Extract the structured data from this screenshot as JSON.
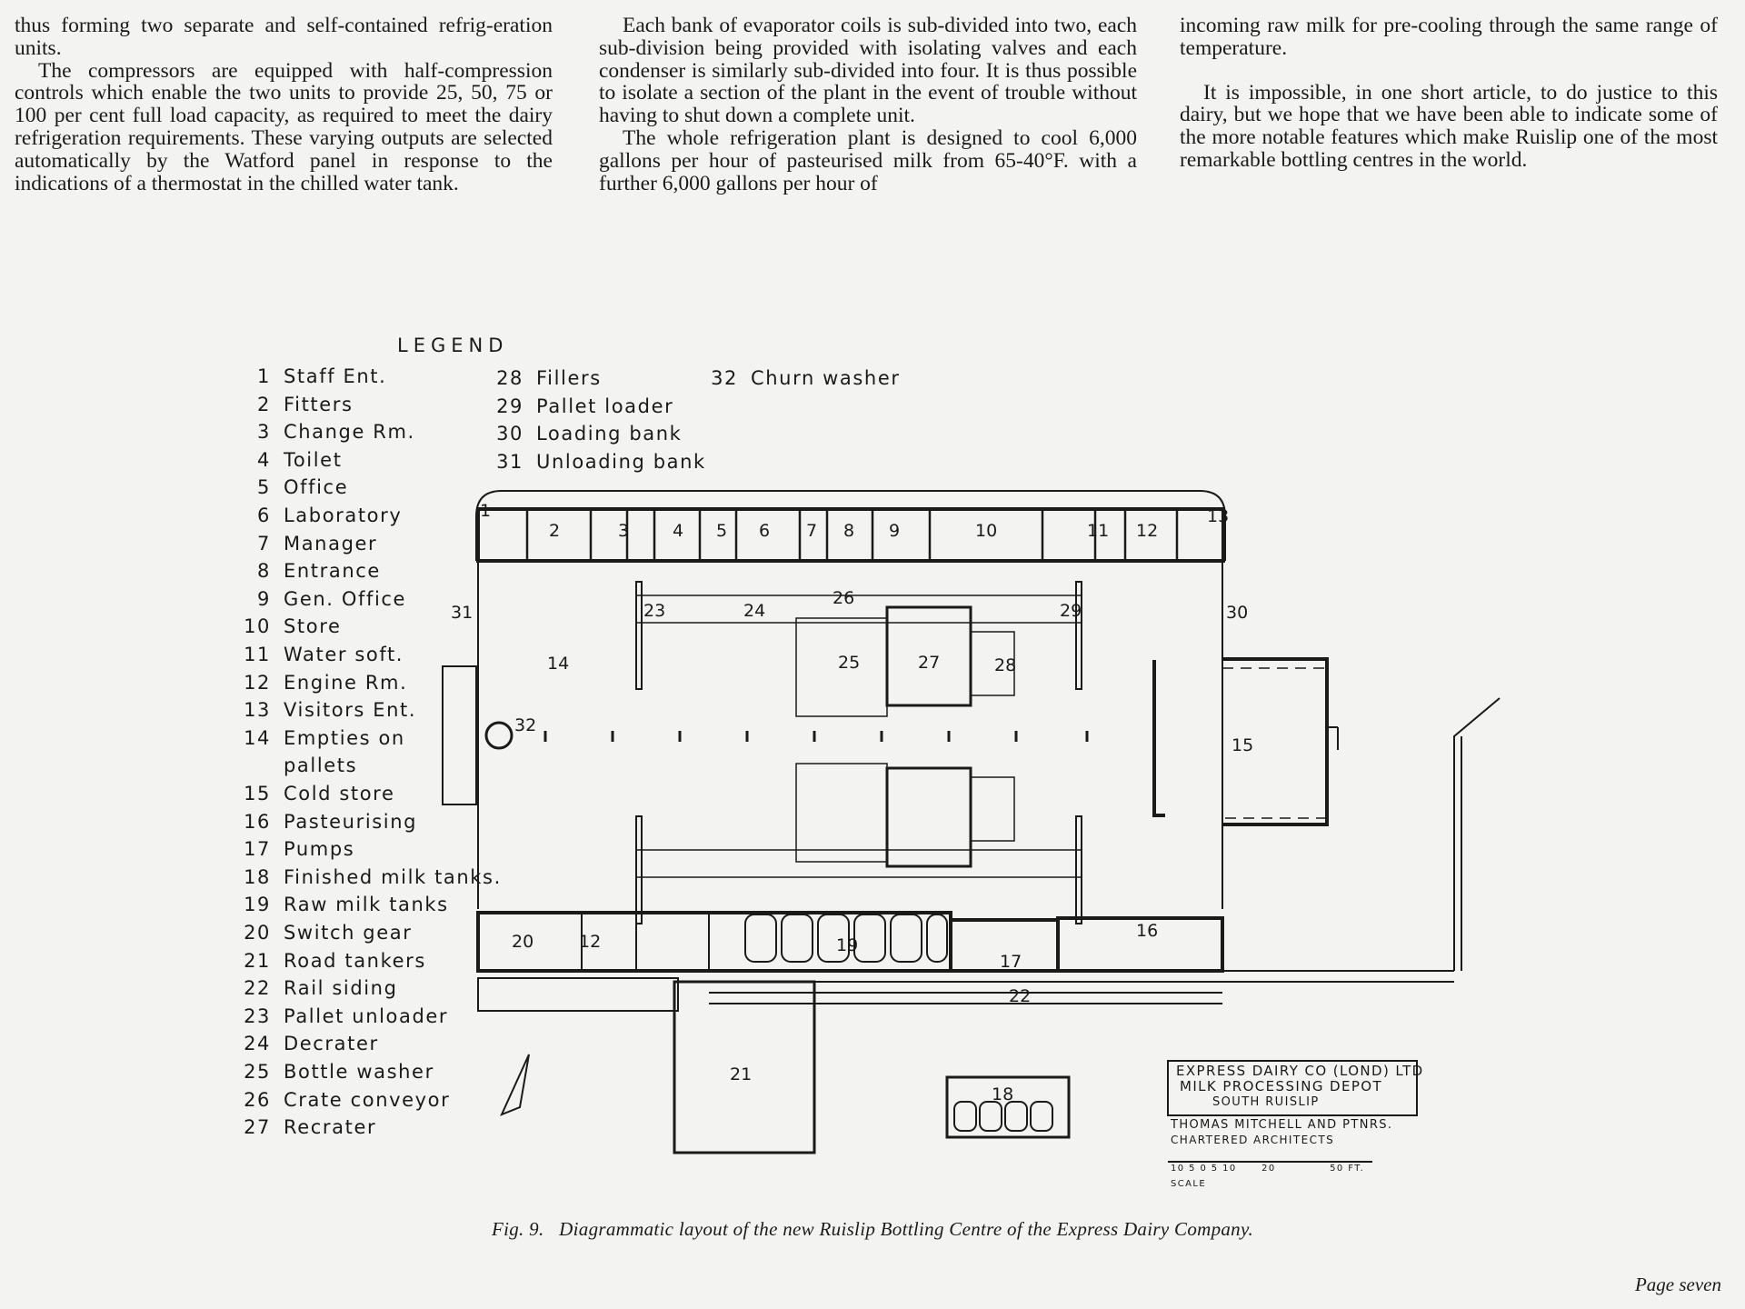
{
  "article": {
    "col1": [
      "thus forming two separate and self-contained refrig-eration units.",
      "The compressors are equipped with half-compression controls which enable the two units to provide 25, 50, 75 or 100 per cent full load capacity, as required to meet the dairy refrigeration requirements. These varying outputs are selected automatically by the Watford panel in response to the indications of a thermostat in the chilled water tank."
    ],
    "col2": [
      "Each bank of evaporator coils is sub-divided into two, each sub-division being provided with isolating valves and each condenser is similarly sub-divided into four. It is thus possible to isolate a section of the plant in the event of trouble without having to shut down a complete unit.",
      "The whole refrigeration plant is designed to cool 6,000 gallons per hour of pasteurised milk from 65-40°F. with a further 6,000 gallons per hour of"
    ],
    "col3": [
      "incoming raw milk for pre-cooling through the same range of temperature.",
      "It is impossible, in one short article, to do justice to this dairy, but we hope that we have been able to indicate some of the more notable features which make Ruislip one of the most remarkable bottling centres in the world."
    ]
  },
  "legend": {
    "title": "LEGEND",
    "col_a": [
      {
        "n": "1",
        "label": "Staff Ent."
      },
      {
        "n": "2",
        "label": "Fitters"
      },
      {
        "n": "3",
        "label": "Change Rm."
      },
      {
        "n": "4",
        "label": "Toilet"
      },
      {
        "n": "5",
        "label": "Office"
      },
      {
        "n": "6",
        "label": "Laboratory"
      },
      {
        "n": "7",
        "label": "Manager"
      },
      {
        "n": "8",
        "label": "Entrance"
      },
      {
        "n": "9",
        "label": "Gen. Office"
      },
      {
        "n": "10",
        "label": "Store"
      },
      {
        "n": "11",
        "label": "Water soft."
      },
      {
        "n": "12",
        "label": "Engine Rm."
      },
      {
        "n": "13",
        "label": "Visitors Ent."
      },
      {
        "n": "14",
        "label": "Empties on",
        "cont": "pallets"
      },
      {
        "n": "15",
        "label": "Cold store"
      },
      {
        "n": "16",
        "label": "Pasteurising"
      },
      {
        "n": "17",
        "label": "Pumps"
      },
      {
        "n": "18",
        "label": "Finished milk tanks."
      },
      {
        "n": "19",
        "label": "Raw milk tanks"
      },
      {
        "n": "20",
        "label": "Switch gear"
      },
      {
        "n": "21",
        "label": "Road tankers"
      },
      {
        "n": "22",
        "label": "Rail siding"
      },
      {
        "n": "23",
        "label": "Pallet unloader"
      },
      {
        "n": "24",
        "label": "Decrater"
      },
      {
        "n": "25",
        "label": "Bottle washer"
      },
      {
        "n": "26",
        "label": "Crate conveyor"
      },
      {
        "n": "27",
        "label": "Recrater"
      }
    ],
    "col_b": [
      {
        "n": "28",
        "label": "Fillers"
      },
      {
        "n": "29",
        "label": "Pallet loader"
      },
      {
        "n": "30",
        "label": "Loading bank"
      },
      {
        "n": "31",
        "label": "Unloading bank"
      }
    ],
    "col_c": [
      {
        "n": "32",
        "label": "Churn washer"
      }
    ]
  },
  "plan_labels": [
    "1",
    "2",
    "3",
    "4",
    "5",
    "6",
    "7",
    "8",
    "9",
    "10",
    "11",
    "12",
    "13",
    "14",
    "15",
    "16",
    "17",
    "19",
    "20",
    "21",
    "22",
    "23",
    "24",
    "25",
    "26",
    "27",
    "28",
    "29",
    "30",
    "31",
    "32",
    "18",
    "12"
  ],
  "title_block": {
    "line1": "EXPRESS DAIRY CO (LOND) LTD",
    "line2": "MILK PROCESSING DEPOT",
    "line3": "SOUTH    RUISLIP",
    "line4": "THOMAS MITCHELL AND PTNRS.",
    "line5": "CHARTERED ARCHITECTS",
    "scale_ticks": "10 5 0 5 10      20             50 FT.",
    "scale_label": "SCALE"
  },
  "caption": {
    "fig": "Fig. 9.",
    "text": "Diagrammatic layout of the new Ruislip Bottling Centre of the Express Dairy Company."
  },
  "page_number": "Page seven"
}
